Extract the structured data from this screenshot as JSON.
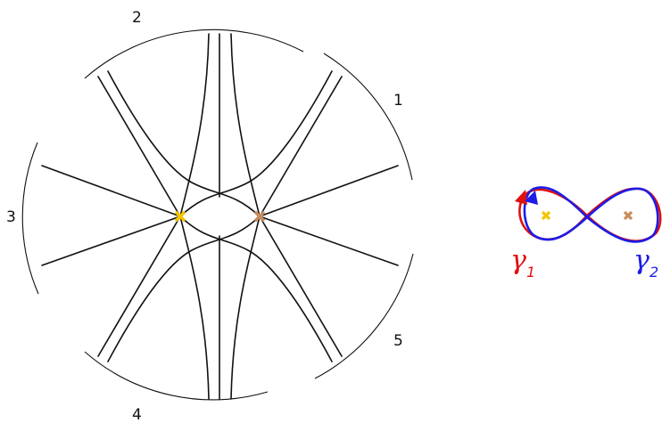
{
  "sectors": [
    {
      "id": "sector-1",
      "label": "1"
    },
    {
      "id": "sector-2",
      "label": "2"
    },
    {
      "id": "sector-3",
      "label": "3"
    },
    {
      "id": "sector-4",
      "label": "4"
    },
    {
      "id": "sector-5",
      "label": "5"
    }
  ],
  "points": [
    {
      "id": "yellow-point",
      "color": "#f5c400"
    },
    {
      "id": "orange-point",
      "color": "#c98d5c"
    }
  ],
  "loops": [
    {
      "id": "gamma-1",
      "symbol": "γ",
      "subscript": "1",
      "color": "#e01010"
    },
    {
      "id": "gamma-2",
      "symbol": "γ",
      "subscript": "2",
      "color": "#1c1ce6"
    }
  ],
  "line_color": "#111111"
}
